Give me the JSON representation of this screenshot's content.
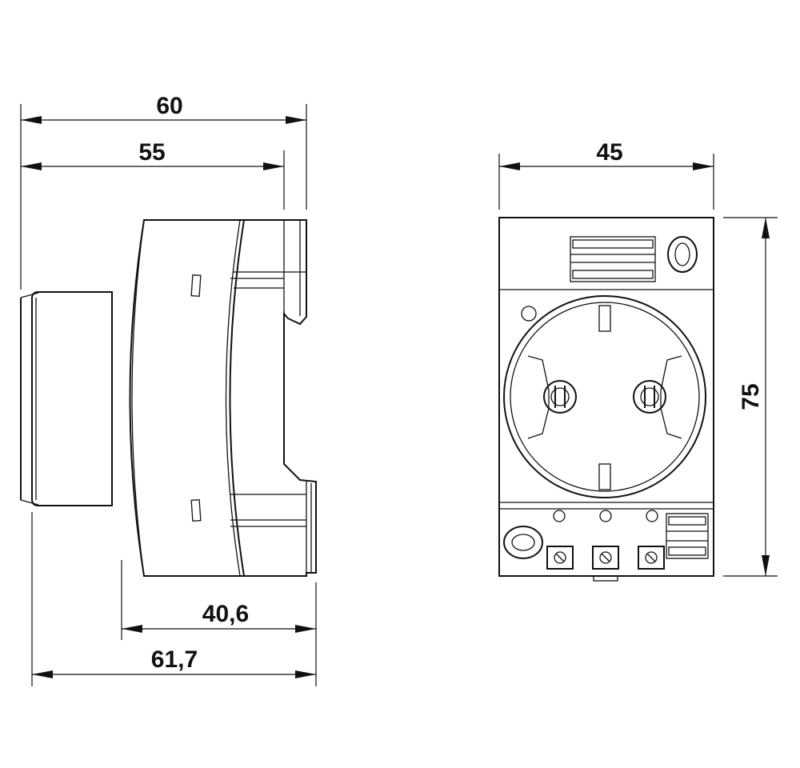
{
  "dimensions": {
    "side_overall_width": "60",
    "side_body_width": "55",
    "side_front_width": "40,6",
    "side_total_depth": "61,7",
    "front_width": "45",
    "front_height": "75"
  },
  "colors": {
    "line": "#111111",
    "background": "#ffffff"
  }
}
